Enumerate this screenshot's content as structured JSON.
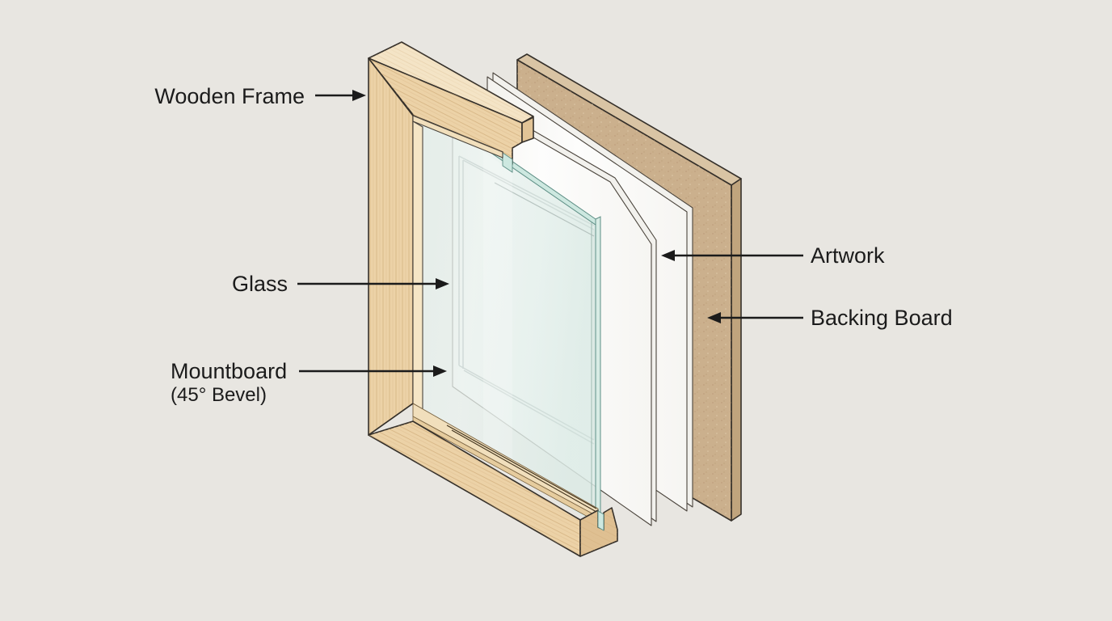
{
  "diagram": {
    "type": "exploded-view-illustration",
    "subject": "picture frame assembly cross-section",
    "background_color": "#e8e6e1",
    "labels": {
      "wooden_frame": "Wooden Frame",
      "glass": "Glass",
      "mountboard_line1": "Mountboard",
      "mountboard_line2": "(45° Bevel)",
      "artwork": "Artwork",
      "backing_board": "Backing Board"
    },
    "colors": {
      "text": "#1b1b1b",
      "arrow": "#1b1b1b",
      "wood_face": "#ecd2a7",
      "wood_top": "#f4e4c6",
      "wood_end": "#e2c496",
      "wood_ledge": "#f1dfbc",
      "backing_board": "#cbb08d",
      "glass_edge": "#cde8e0",
      "glass_tint": "#e7f1ee",
      "sheet_white": "#fdfdfc",
      "line_dark": "#35302a"
    },
    "components": [
      {
        "name": "Wooden Frame"
      },
      {
        "name": "Glass"
      },
      {
        "name": "Mountboard (45° Bevel)"
      },
      {
        "name": "Artwork"
      },
      {
        "name": "Backing Board"
      }
    ]
  }
}
